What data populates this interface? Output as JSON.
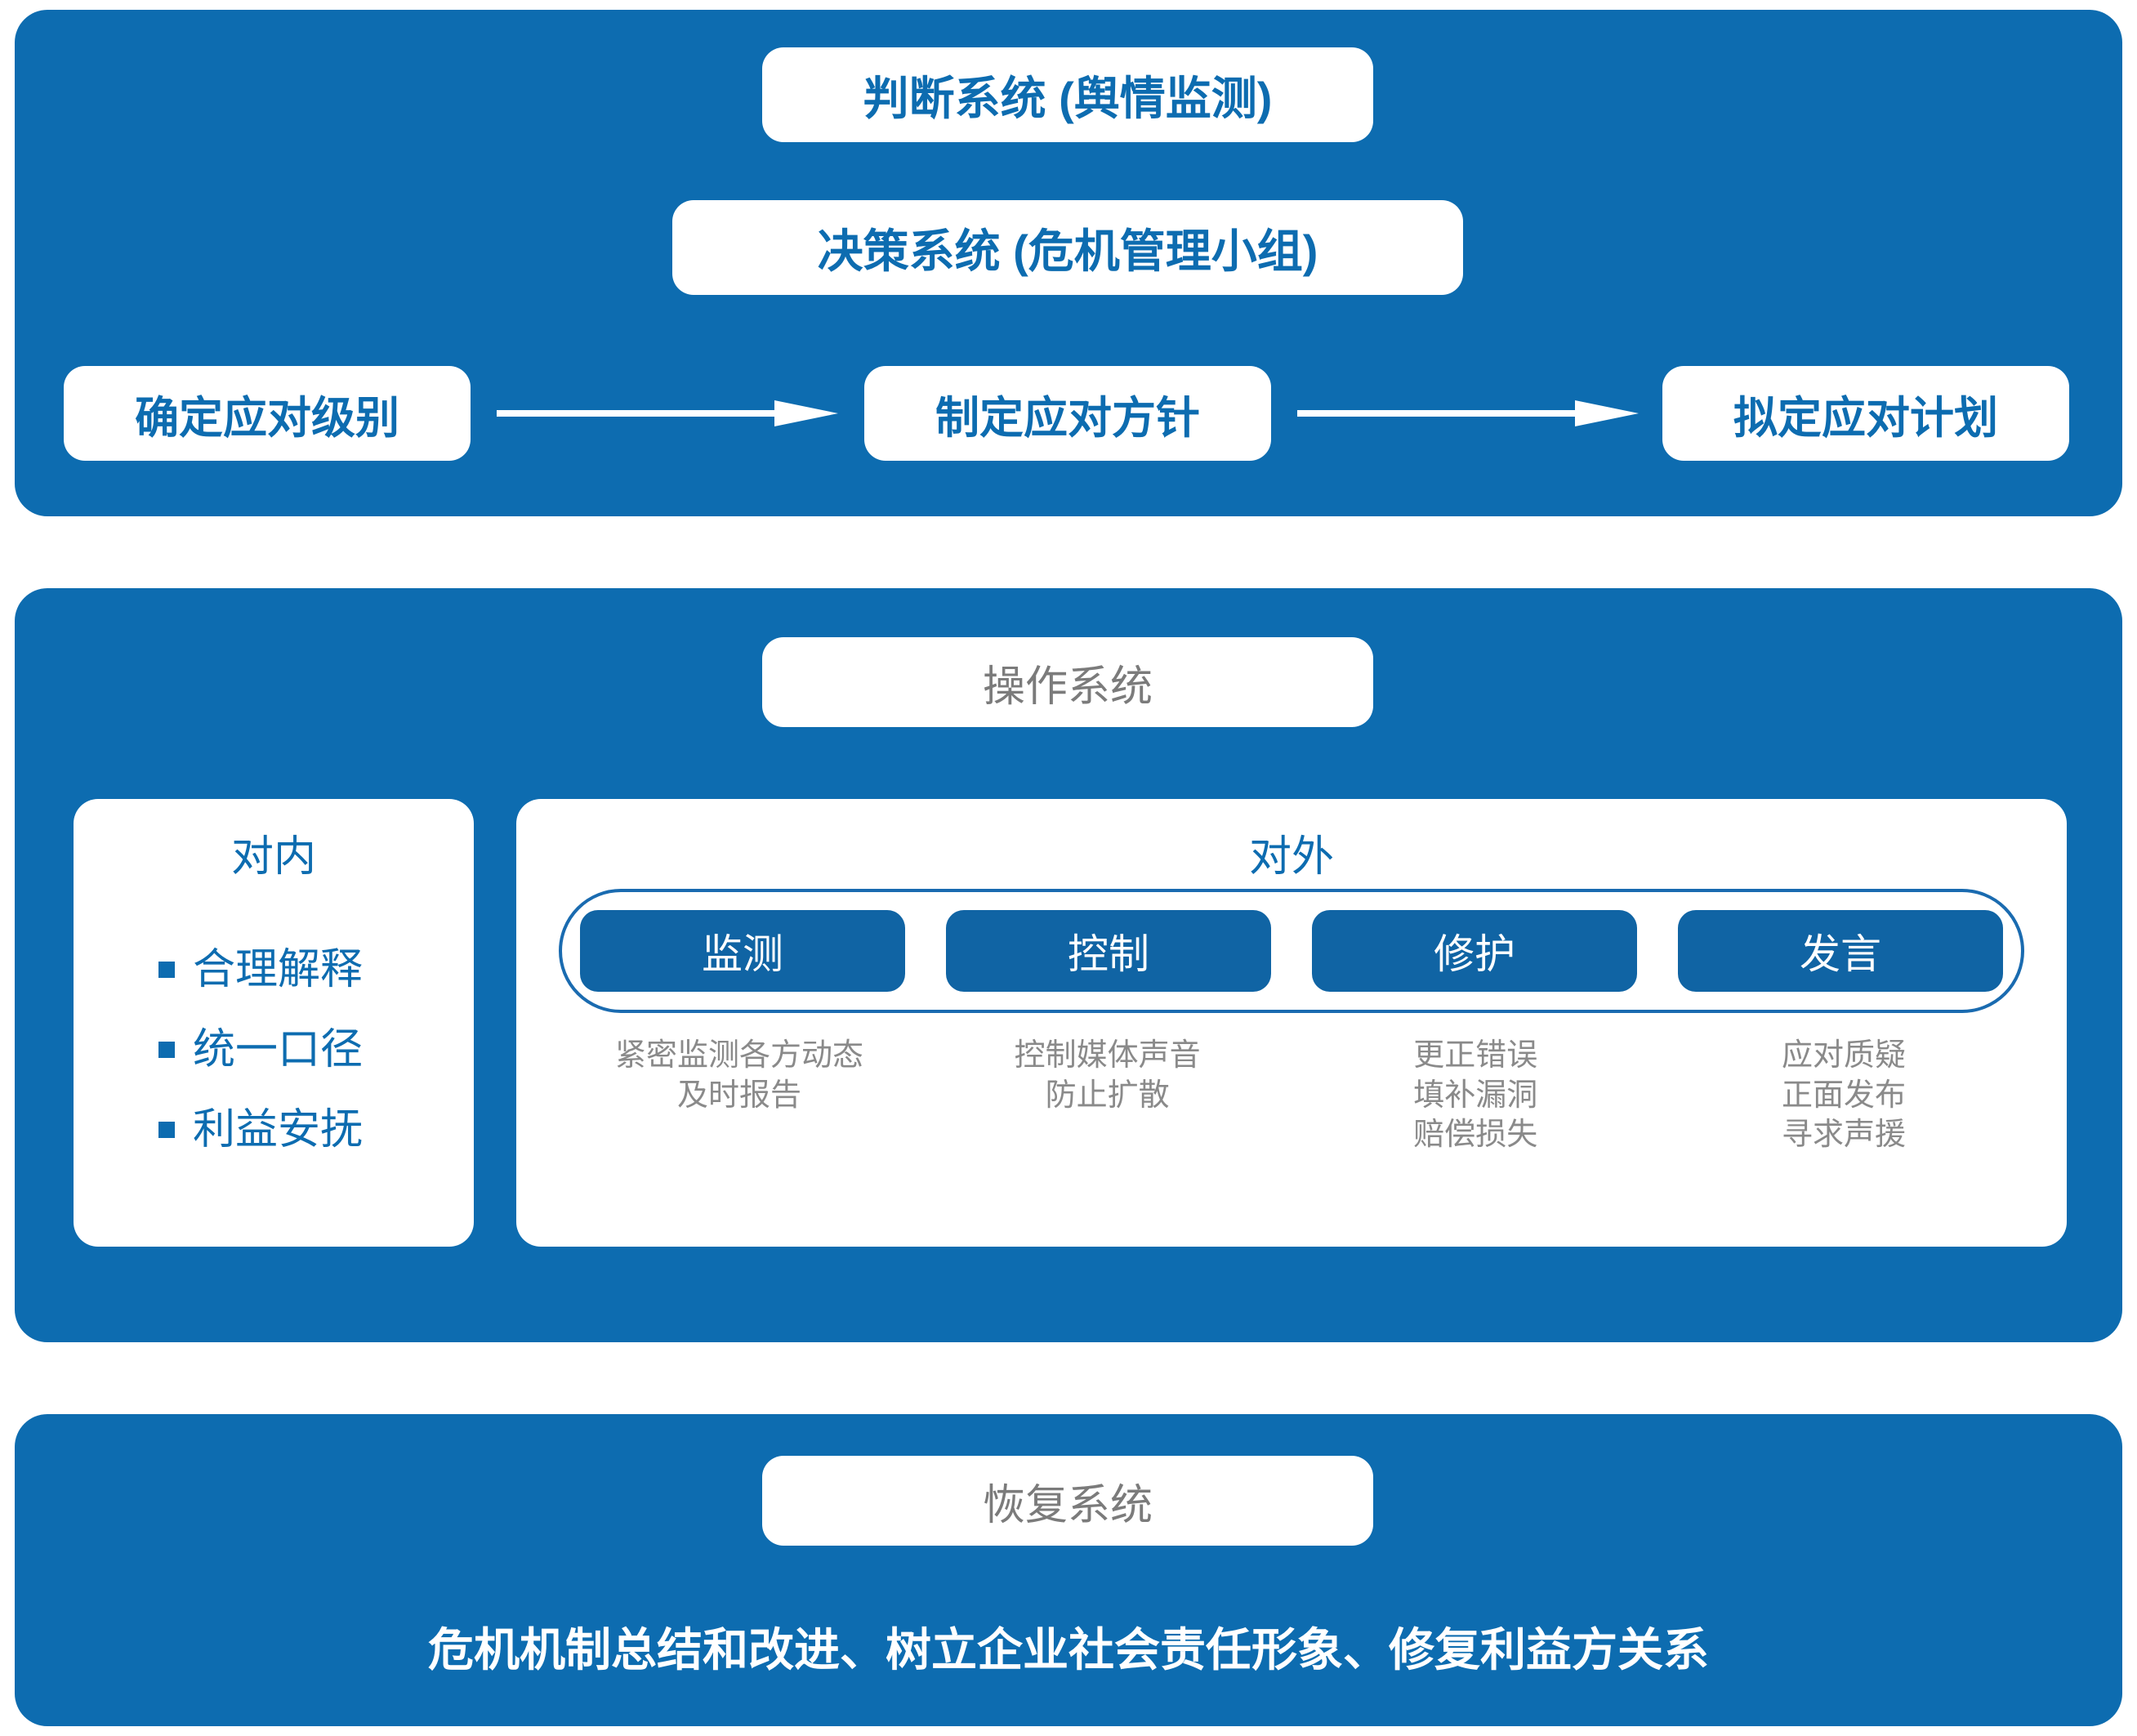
{
  "theme": {
    "panel_blue": "#0d6cb0",
    "button_blue": "#1064a4",
    "text_gray": "#8a8a8a",
    "title_gray": "#7b7b7b",
    "white": "#ffffff"
  },
  "judge_panel": {
    "judge_system_label": "判断系统 (舆情监测)",
    "decision_system_label": "决策系统 (危机管理小组)",
    "flow": {
      "steps": [
        {
          "label": "确定应对级别"
        },
        {
          "label": "制定应对方针"
        },
        {
          "label": "拟定应对计划"
        }
      ],
      "arrows": [
        {
          "name": "arrow-right-icon"
        },
        {
          "name": "arrow-right-icon"
        }
      ]
    }
  },
  "operate_panel": {
    "title": "操作系统",
    "internal": {
      "title": "对内",
      "items": [
        {
          "label": "合理解释"
        },
        {
          "label": "统一口径"
        },
        {
          "label": "利益安抚"
        }
      ]
    },
    "external": {
      "title": "对外",
      "actions": [
        {
          "label": "监测",
          "description": [
            "紧密监测各方动态",
            "及时报告"
          ]
        },
        {
          "label": "控制",
          "description": [
            "控制媒体声音",
            "防止扩散"
          ]
        },
        {
          "label": "修护",
          "description": [
            "更正错误",
            "填补漏洞",
            "赔偿损失"
          ]
        },
        {
          "label": "发言",
          "description": [
            "应对质疑",
            "正面发布",
            "寻求声援"
          ]
        }
      ]
    }
  },
  "recover_panel": {
    "title": "恢复系统",
    "summary": "危机机制总结和改进、树立企业社会责任形象、修复利益方关系"
  }
}
